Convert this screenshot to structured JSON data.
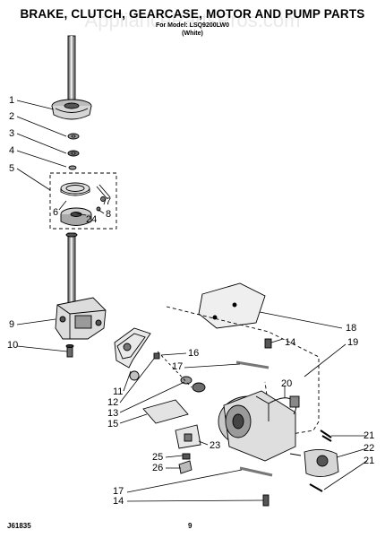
{
  "header": {
    "title": "BRAKE, CLUTCH, GEARCASE, MOTOR AND PUMP PARTS",
    "subtitle": "For Model: LSQ9200LW0",
    "variant": "(White)",
    "watermark": "AppliancePartsPros.com"
  },
  "callouts": [
    {
      "id": "c1",
      "label": "1"
    },
    {
      "id": "c2",
      "label": "2"
    },
    {
      "id": "c3",
      "label": "3"
    },
    {
      "id": "c4",
      "label": "4"
    },
    {
      "id": "c5",
      "label": "5"
    },
    {
      "id": "c6",
      "label": "6"
    },
    {
      "id": "c7",
      "label": "7"
    },
    {
      "id": "c8",
      "label": "8"
    },
    {
      "id": "c24",
      "label": "24"
    },
    {
      "id": "c9",
      "label": "9"
    },
    {
      "id": "c10",
      "label": "10"
    },
    {
      "id": "c11",
      "label": "11"
    },
    {
      "id": "c12",
      "label": "12"
    },
    {
      "id": "c13",
      "label": "13"
    },
    {
      "id": "c15",
      "label": "15"
    },
    {
      "id": "c16",
      "label": "16"
    },
    {
      "id": "c17a",
      "label": "17"
    },
    {
      "id": "c18",
      "label": "18"
    },
    {
      "id": "c19",
      "label": "19"
    },
    {
      "id": "c14a",
      "label": "14"
    },
    {
      "id": "c20",
      "label": "20"
    },
    {
      "id": "c21a",
      "label": "21"
    },
    {
      "id": "c22",
      "label": "22"
    },
    {
      "id": "c21b",
      "label": "21"
    },
    {
      "id": "c23",
      "label": "23"
    },
    {
      "id": "c25",
      "label": "25"
    },
    {
      "id": "c26",
      "label": "26"
    },
    {
      "id": "c17b",
      "label": "17"
    },
    {
      "id": "c14b",
      "label": "14"
    }
  ],
  "footer": {
    "left_code": "J61835",
    "page_number": "9"
  },
  "colors": {
    "ink": "#000000",
    "shade": "#9a9a9a",
    "paper": "#ffffff"
  }
}
